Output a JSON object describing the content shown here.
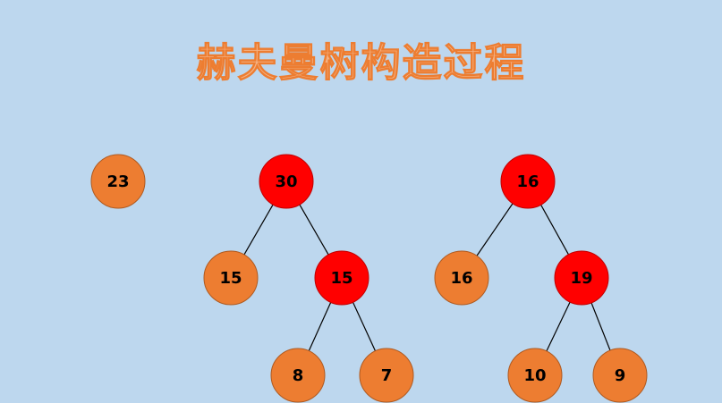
{
  "title": "赫夫曼树构造过程",
  "colors": {
    "background": "#bdd7ee",
    "leaf": "#ed7d31",
    "internal": "#ff0000",
    "edge": "#000000",
    "title": "#f4b183"
  },
  "nodes": [
    {
      "id": "n23",
      "label": "23",
      "kind": "leaf"
    },
    {
      "id": "n30",
      "label": "30",
      "kind": "internal"
    },
    {
      "id": "n15a",
      "label": "15",
      "kind": "leaf"
    },
    {
      "id": "n15b",
      "label": "15",
      "kind": "internal"
    },
    {
      "id": "n8",
      "label": "8",
      "kind": "leaf"
    },
    {
      "id": "n7",
      "label": "7",
      "kind": "leaf"
    },
    {
      "id": "n16r",
      "label": "16",
      "kind": "internal"
    },
    {
      "id": "n16",
      "label": "16",
      "kind": "leaf"
    },
    {
      "id": "n19",
      "label": "19",
      "kind": "internal"
    },
    {
      "id": "n10",
      "label": "10",
      "kind": "leaf"
    },
    {
      "id": "n9",
      "label": "9",
      "kind": "leaf"
    }
  ],
  "edges": [
    [
      "n30",
      "n15a"
    ],
    [
      "n30",
      "n15b"
    ],
    [
      "n15b",
      "n8"
    ],
    [
      "n15b",
      "n7"
    ],
    [
      "n16r",
      "n16"
    ],
    [
      "n16r",
      "n19"
    ],
    [
      "n19",
      "n10"
    ],
    [
      "n19",
      "n9"
    ]
  ]
}
